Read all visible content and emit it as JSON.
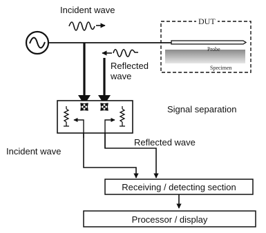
{
  "labels": {
    "incident_wave_top": "Incident wave",
    "reflected_wave": "Reflected\nwave",
    "dut": "DUT",
    "probe": "Probe",
    "specimen": "Specimen",
    "signal_separation": "Signal separation",
    "reflected_wave_lower": "Reflected wave",
    "incident_wave_lower": "Incident wave",
    "receiving_section": "Receiving / detecting section",
    "processor_display": "Processor / display"
  }
}
